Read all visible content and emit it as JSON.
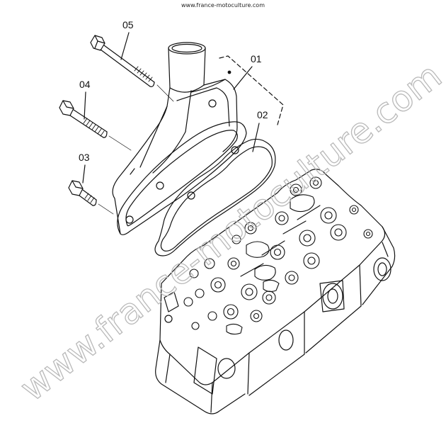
{
  "header": {
    "source_url": "www.france-motoculture.com"
  },
  "callouts": {
    "part_01": "01",
    "part_02": "02",
    "part_03": "03",
    "part_04": "04",
    "part_05": "05"
  },
  "watermark": {
    "text": "www.france-motoculture.com"
  },
  "colors": {
    "line": "#111111",
    "watermark": "#b9b9b9"
  }
}
